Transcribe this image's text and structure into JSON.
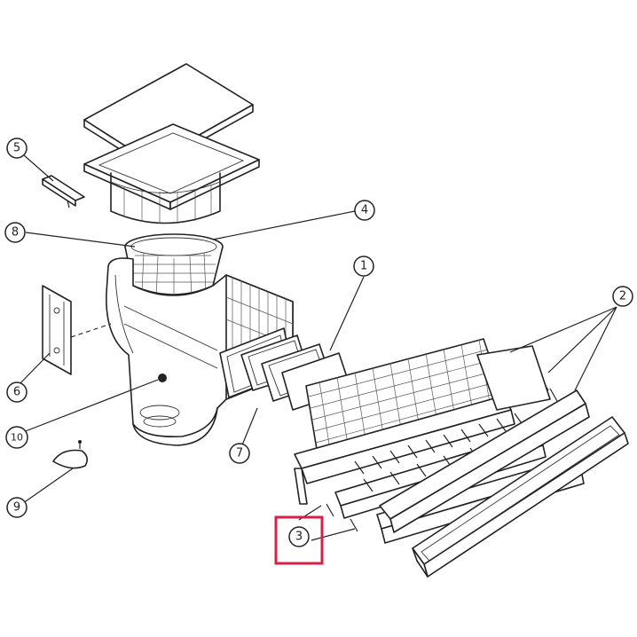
{
  "callouts": [
    {
      "id": "1",
      "label": "1"
    },
    {
      "id": "2",
      "label": "2"
    },
    {
      "id": "3",
      "label": "3"
    },
    {
      "id": "4",
      "label": "4"
    },
    {
      "id": "5",
      "label": "5"
    },
    {
      "id": "6",
      "label": "6"
    },
    {
      "id": "7",
      "label": "7"
    },
    {
      "id": "8",
      "label": "8"
    },
    {
      "id": "9",
      "label": "9"
    },
    {
      "id": "10",
      "label": "10"
    }
  ],
  "highlighted_callout": "3",
  "colors": {
    "line": "#222222",
    "highlight": "#d6204a",
    "background": "#ffffff"
  }
}
